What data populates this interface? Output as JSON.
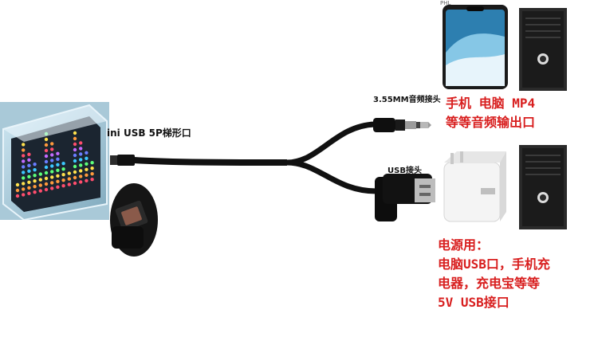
{
  "labels": {
    "mini_usb": "ini USB 5P梯形口",
    "audio_jack": "3.55MM音频接头",
    "usb_plug": "USB接头",
    "phone_brand_tag": "PHL"
  },
  "audio_sources": {
    "lines": [
      "手机 电脑 MP4",
      "等等音频输出口"
    ]
  },
  "power_sources": {
    "lines": [
      "电源用：",
      "电脑USB口，手机充",
      "电器，充电宝等等",
      "5V USB接口"
    ]
  },
  "colors": {
    "annotation_red": "#d81e1e",
    "cable_black": "#111111",
    "background": "#ffffff"
  }
}
